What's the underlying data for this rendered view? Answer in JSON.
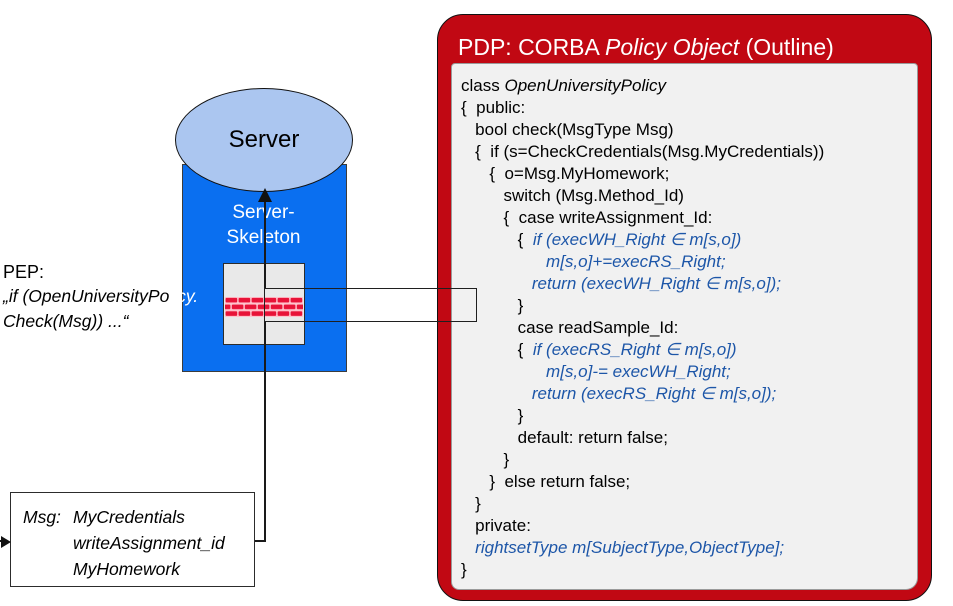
{
  "colors": {
    "pdp_red": "#c10813",
    "skeleton_blue": "#0a6ff0",
    "server_ellipse_blue": "#abc6f0",
    "code_blue": "#1d56a8",
    "brick_red": "#e81338",
    "brick_mortar_pink": "#ffc3cc",
    "code_panel_gray": "#f1f1f1"
  },
  "server": {
    "ellipse_label": "Server",
    "skeleton_label_line1": "Server-",
    "skeleton_label_line2": "Skeleton"
  },
  "pep": {
    "label": "PEP:",
    "line1_black": "„if (OpenUniversityPo",
    "line1_white": "licy.",
    "line2": "Check(Msg)) ...“"
  },
  "msg_box": {
    "label": "Msg:",
    "values": [
      "MyCredentials",
      "writeAssignment_id",
      "MyHomework"
    ]
  },
  "pdp": {
    "title": {
      "prefix": "PDP: CORBA ",
      "italic": "Policy Object",
      "suffix": " (Outline)"
    },
    "code_lines": [
      {
        "segs": [
          {
            "t": "class ",
            "s": "k"
          },
          {
            "t": "OpenUniversityPolicy",
            "s": "ki"
          }
        ]
      },
      {
        "segs": [
          {
            "t": "{  public:",
            "s": "k"
          }
        ]
      },
      {
        "segs": [
          {
            "t": "   bool check(MsgType Msg)",
            "s": "k"
          }
        ]
      },
      {
        "segs": [
          {
            "t": "   {  if (s=CheckCredentials(Msg.MyCredentials))",
            "s": "k"
          }
        ]
      },
      {
        "segs": [
          {
            "t": "      {  o=Msg.MyHomework;",
            "s": "k"
          }
        ]
      },
      {
        "segs": [
          {
            "t": "         switch (Msg.Method_Id)",
            "s": "k"
          }
        ]
      },
      {
        "segs": [
          {
            "t": "         {  case writeAssignment_Id:",
            "s": "k"
          }
        ]
      },
      {
        "segs": [
          {
            "t": "            {  ",
            "s": "k"
          },
          {
            "t": "if (execWH_Right ∈ m[s,o])",
            "s": "bi"
          }
        ]
      },
      {
        "segs": [
          {
            "t": "                  ",
            "s": "k"
          },
          {
            "t": "m[s,o]+=execRS_Right;",
            "s": "bi"
          }
        ]
      },
      {
        "segs": [
          {
            "t": "               ",
            "s": "k"
          },
          {
            "t": "return (execWH_Right ∈ m[s,o]);",
            "s": "bi"
          }
        ]
      },
      {
        "segs": [
          {
            "t": "            }",
            "s": "k"
          }
        ]
      },
      {
        "segs": [
          {
            "t": "            case readSample_Id:",
            "s": "k"
          }
        ]
      },
      {
        "segs": [
          {
            "t": "            {  ",
            "s": "k"
          },
          {
            "t": "if (execRS_Right ∈ m[s,o])",
            "s": "bi"
          }
        ]
      },
      {
        "segs": [
          {
            "t": "                  ",
            "s": "k"
          },
          {
            "t": "m[s,o]-= execWH_Right;",
            "s": "bi"
          }
        ]
      },
      {
        "segs": [
          {
            "t": "               ",
            "s": "k"
          },
          {
            "t": "return (execRS_Right ∈ m[s,o]);",
            "s": "bi"
          }
        ]
      },
      {
        "segs": [
          {
            "t": "            }",
            "s": "k"
          }
        ]
      },
      {
        "segs": [
          {
            "t": "            default: return false;",
            "s": "k"
          }
        ]
      },
      {
        "segs": [
          {
            "t": "         }",
            "s": "k"
          }
        ]
      },
      {
        "segs": [
          {
            "t": "      }  else return false;",
            "s": "k"
          }
        ]
      },
      {
        "segs": [
          {
            "t": "   }",
            "s": "k"
          }
        ]
      },
      {
        "segs": [
          {
            "t": "   private:",
            "s": "k"
          }
        ]
      },
      {
        "segs": [
          {
            "t": "   ",
            "s": "k"
          },
          {
            "t": "rightsetType m[SubjectType,ObjectType];",
            "s": "bi"
          }
        ]
      },
      {
        "segs": [
          {
            "t": "}",
            "s": "k"
          }
        ]
      }
    ]
  },
  "icons": {
    "brick_wall": "brick-wall-icon",
    "arrow_up": "arrow-up-icon",
    "arrow_right": "arrow-right-icon"
  }
}
